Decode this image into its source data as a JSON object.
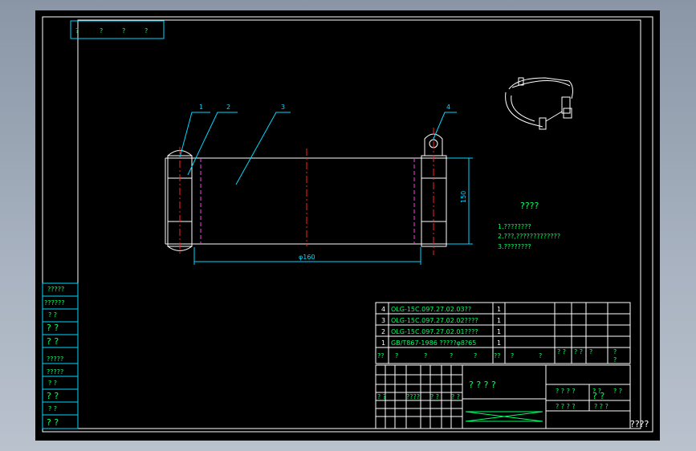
{
  "leader_labels": [
    "1",
    "2",
    "3",
    "4"
  ],
  "dimension_width": "φ160",
  "dimension_height": "150",
  "notes": {
    "title": "????",
    "lines": [
      "1.????????",
      "2.???,?????????????",
      "3.????????"
    ]
  },
  "corner_stamp": [
    "?",
    "?",
    "?",
    "?"
  ],
  "left_strip": [
    "?????",
    "??????",
    "?  ?",
    "?  ?",
    "?  ?",
    "?????",
    "?????",
    "?  ?",
    "?  ?",
    "?  ?",
    "?  ?"
  ],
  "bom_rows": [
    {
      "no": "4",
      "code": "OLG-15C.097.27.02.03??",
      "qty": "1"
    },
    {
      "no": "3",
      "code": "OLG-15C.097.27.02.02????",
      "qty": "1"
    },
    {
      "no": "2",
      "code": "OLG-15C.097.27.02.01????",
      "qty": "1"
    },
    {
      "no": "1",
      "code": "GB/T867-1986  ?????φ8?65",
      "qty": "1"
    }
  ],
  "bom_header": [
    "??",
    "?",
    "?",
    "?",
    "?",
    "??",
    "?",
    "?",
    "? ?",
    "? ?",
    "?",
    "?",
    "?"
  ],
  "title_block": {
    "main": "? ?   ? ?",
    "left_labels": [
      "? ?",
      "????",
      "? ?",
      "? ?"
    ],
    "right_labels": [
      "? ? ? ?",
      "? ?",
      "? ?",
      "? ?",
      "? ? ? ?",
      "? ? ?"
    ]
  },
  "outside_note": "????"
}
